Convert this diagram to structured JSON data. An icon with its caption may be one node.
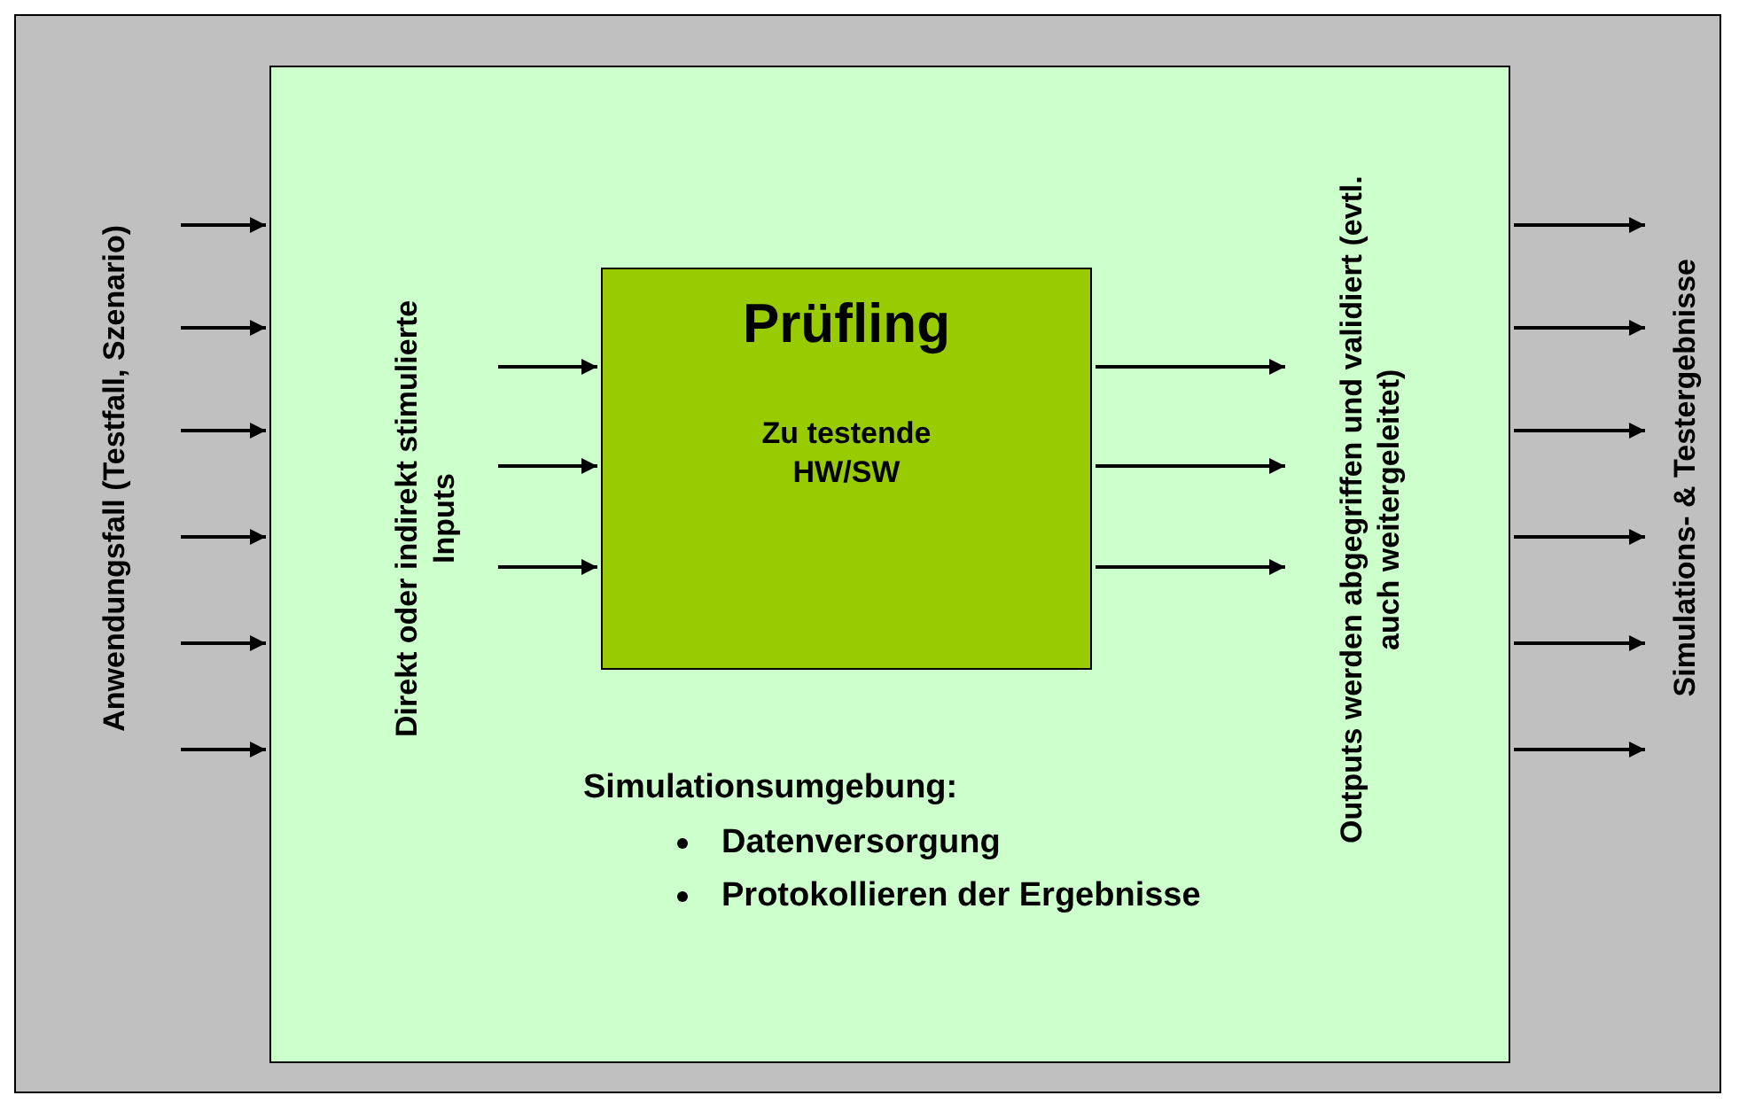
{
  "diagram": {
    "nodes": [
      {
        "text": [
          "Anwendungsfall (Testfall, Szenario)"
        ]
      },
      {
        "text": [
          "Simulationsumgebung:",
          "Datenversorgung",
          "Protokollieren der Ergebnisse"
        ]
      },
      {
        "text": [
          "Direkt oder indirekt stimulierte Inputs"
        ],
        "in": 1
      },
      {
        "text": [
          "Prüfling",
          "Zu testende HW/SW"
        ],
        "in": 1
      },
      {
        "text": [
          "Outputs werden abgegriffen und validiert (evtl. auch weitergeleitet)"
        ],
        "in": 1
      },
      {
        "text": [
          "Simulations- & Testergebnisse"
        ]
      }
    ],
    "edges": [
      {
        "from": 0,
        "to": 1,
        "arrow": "to"
      },
      {
        "from": 0,
        "to": 1,
        "arrow": "to"
      },
      {
        "from": 0,
        "to": 1,
        "arrow": "to"
      },
      {
        "from": 0,
        "to": 1,
        "arrow": "to"
      },
      {
        "from": 0,
        "to": 1,
        "arrow": "to"
      },
      {
        "from": 0,
        "to": 1,
        "arrow": "to"
      },
      {
        "from": 2,
        "to": 3,
        "arrow": "to"
      },
      {
        "from": 2,
        "to": 3,
        "arrow": "to"
      },
      {
        "from": 2,
        "to": 3,
        "arrow": "to"
      },
      {
        "from": 3,
        "to": 4,
        "arrow": "to"
      },
      {
        "from": 3,
        "to": 4,
        "arrow": "to"
      },
      {
        "from": 3,
        "to": 4,
        "arrow": "to"
      },
      {
        "from": 1,
        "to": 5,
        "arrow": "to"
      },
      {
        "from": 1,
        "to": 5,
        "arrow": "to"
      },
      {
        "from": 1,
        "to": 5,
        "arrow": "to"
      },
      {
        "from": 1,
        "to": 5,
        "arrow": "to"
      },
      {
        "from": 1,
        "to": 5,
        "arrow": "to"
      },
      {
        "from": 1,
        "to": 5,
        "arrow": "to"
      }
    ]
  }
}
